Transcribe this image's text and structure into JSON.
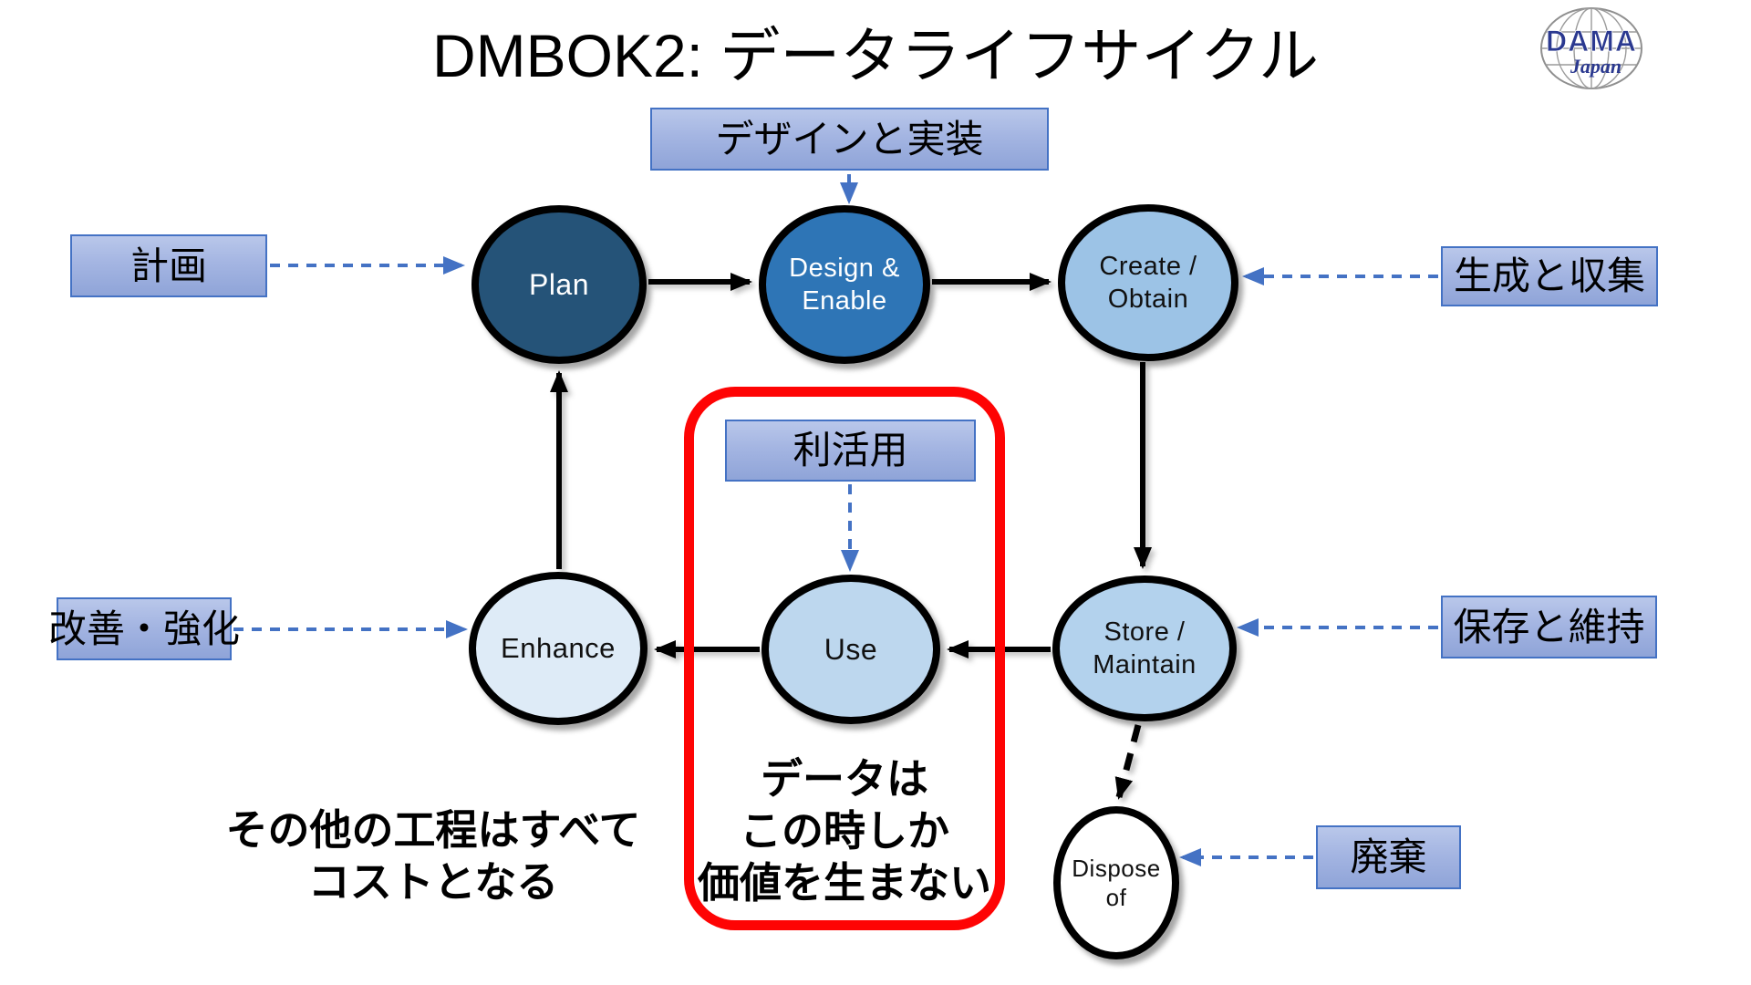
{
  "title": "DMBOK2: データライフサイクル",
  "logo": {
    "primary": "DAMA",
    "secondary": "Japan"
  },
  "nodes": [
    {
      "id": "plan",
      "label": "Plan"
    },
    {
      "id": "design",
      "label": "Design &\nEnable"
    },
    {
      "id": "create",
      "label": "Create /\nObtain"
    },
    {
      "id": "store",
      "label": "Store /\nMaintain"
    },
    {
      "id": "use",
      "label": "Use"
    },
    {
      "id": "enhance",
      "label": "Enhance"
    },
    {
      "id": "dispose",
      "label": "Dispose of"
    }
  ],
  "labels": {
    "design_impl": "デザインと実装",
    "plan_jp": "計画",
    "create_jp": "生成と収集",
    "use_jp": "利活用",
    "enhance_jp": "改善・強化",
    "store_jp": "保存と維持",
    "dispose_jp": "廃棄"
  },
  "annotations": {
    "value_note": "データは\nこの時しか\n価値を生まない",
    "cost_note": "その他の工程はすべて\nコストとなる"
  },
  "edges": [
    {
      "from": "Plan",
      "to": "Design & Enable",
      "style": "solid-black"
    },
    {
      "from": "Design & Enable",
      "to": "Create / Obtain",
      "style": "solid-black"
    },
    {
      "from": "Create / Obtain",
      "to": "Store / Maintain",
      "style": "solid-black"
    },
    {
      "from": "Store / Maintain",
      "to": "Use",
      "style": "solid-black"
    },
    {
      "from": "Use",
      "to": "Enhance",
      "style": "solid-black"
    },
    {
      "from": "Enhance",
      "to": "Plan",
      "style": "solid-black"
    },
    {
      "from": "Store / Maintain",
      "to": "Dispose of",
      "style": "dashed-black"
    },
    {
      "from": "デザインと実装",
      "to": "Design & Enable",
      "style": "dashed-blue"
    },
    {
      "from": "計画",
      "to": "Plan",
      "style": "dashed-blue"
    },
    {
      "from": "生成と収集",
      "to": "Create / Obtain",
      "style": "dashed-blue"
    },
    {
      "from": "利活用",
      "to": "Use",
      "style": "dashed-blue"
    },
    {
      "from": "改善・強化",
      "to": "Enhance",
      "style": "dashed-blue"
    },
    {
      "from": "保存と維持",
      "to": "Store / Maintain",
      "style": "dashed-blue"
    },
    {
      "from": "廃棄",
      "to": "Dispose of",
      "style": "dashed-blue"
    }
  ],
  "colors": {
    "node_plan": "#255378",
    "node_design": "#2E75B6",
    "node_create": "#9CC3E6",
    "node_store": "#B3D2ED",
    "node_use": "#BDD7EE",
    "node_enhance": "#DEEBF7",
    "node_dispose": "#FFFFFF",
    "label_box_border": "#4472C4",
    "dashed_arrow_blue": "#4472C4",
    "highlight_box_red": "#FE0404",
    "logo_text_navy": "#2B3990"
  }
}
